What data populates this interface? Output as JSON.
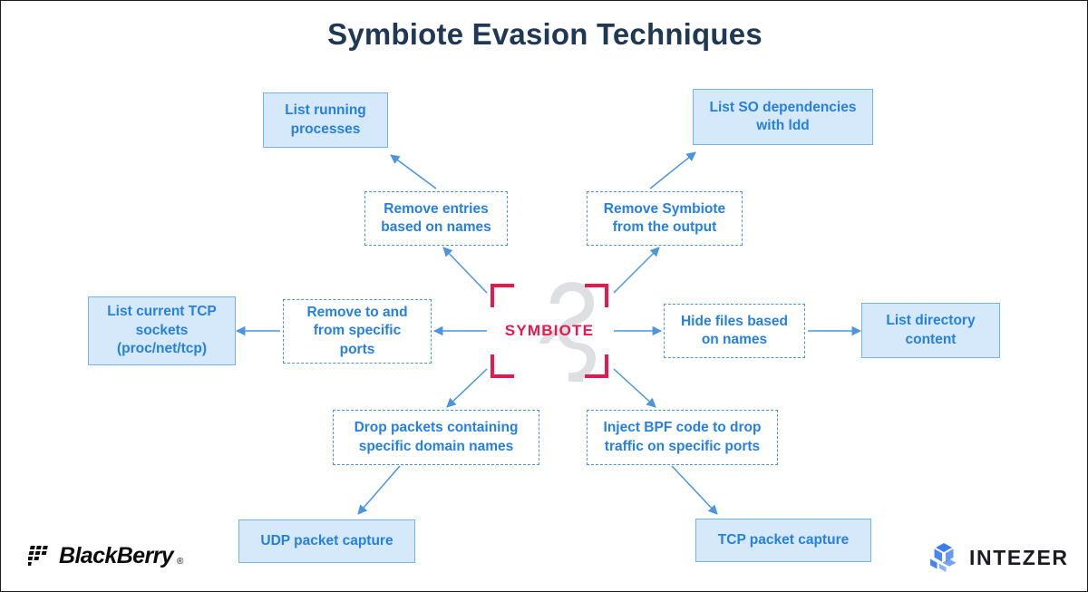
{
  "page": {
    "title": "Symbiote Evasion Techniques",
    "background": "#ffffff",
    "border_color": "#1b1b1b"
  },
  "colors": {
    "title": "#1f3854",
    "node_text": "#2680df",
    "solid_fill": "#d5e9fb",
    "solid_border": "#72b4e9",
    "dashed_border": "#4a95dd",
    "connector": "#4a95dd",
    "center_accent": "#e8174f",
    "watermark": "#d8dadd",
    "intezer_cube": "#3b7cf0",
    "logo_dark": "#0b0b0b"
  },
  "center": {
    "label": "SYMBIOTE",
    "watermark_icon": "gecko-watermark",
    "bracket_icon": "corner-bracket"
  },
  "nodes": {
    "list_running_processes": {
      "label": "List running\nprocesses",
      "style": "solid"
    },
    "list_so_dependencies": {
      "label": "List SO dependencies\nwith ldd",
      "style": "solid"
    },
    "remove_entries_names": {
      "label": "Remove entries\nbased on names",
      "style": "dashed"
    },
    "remove_symbiote_output": {
      "label": "Remove Symbiote\nfrom the output",
      "style": "dashed"
    },
    "list_current_tcp_sockets": {
      "label": "List current TCP\nsockets\n(proc/net/tcp)",
      "style": "solid"
    },
    "remove_to_from_ports": {
      "label": "Remove to and\nfrom specific\nports",
      "style": "dashed"
    },
    "hide_files_names": {
      "label": "Hide files based\non names",
      "style": "dashed"
    },
    "list_directory_content": {
      "label": "List directory\ncontent",
      "style": "solid"
    },
    "drop_packets_domains": {
      "label": "Drop packets containing\nspecific domain names",
      "style": "dashed"
    },
    "inject_bpf_code": {
      "label": "Inject BPF code to drop\ntraffic on specific ports",
      "style": "dashed"
    },
    "udp_packet_capture": {
      "label": "UDP packet capture",
      "style": "solid"
    },
    "tcp_packet_capture": {
      "label": "TCP packet capture",
      "style": "solid"
    }
  },
  "logos": {
    "blackberry": {
      "name": "BlackBerry",
      "registered_mark": "®",
      "icon": "blackberry-dots-icon"
    },
    "intezer": {
      "name": "INTEZER",
      "icon": "intezer-cube-icon"
    }
  }
}
